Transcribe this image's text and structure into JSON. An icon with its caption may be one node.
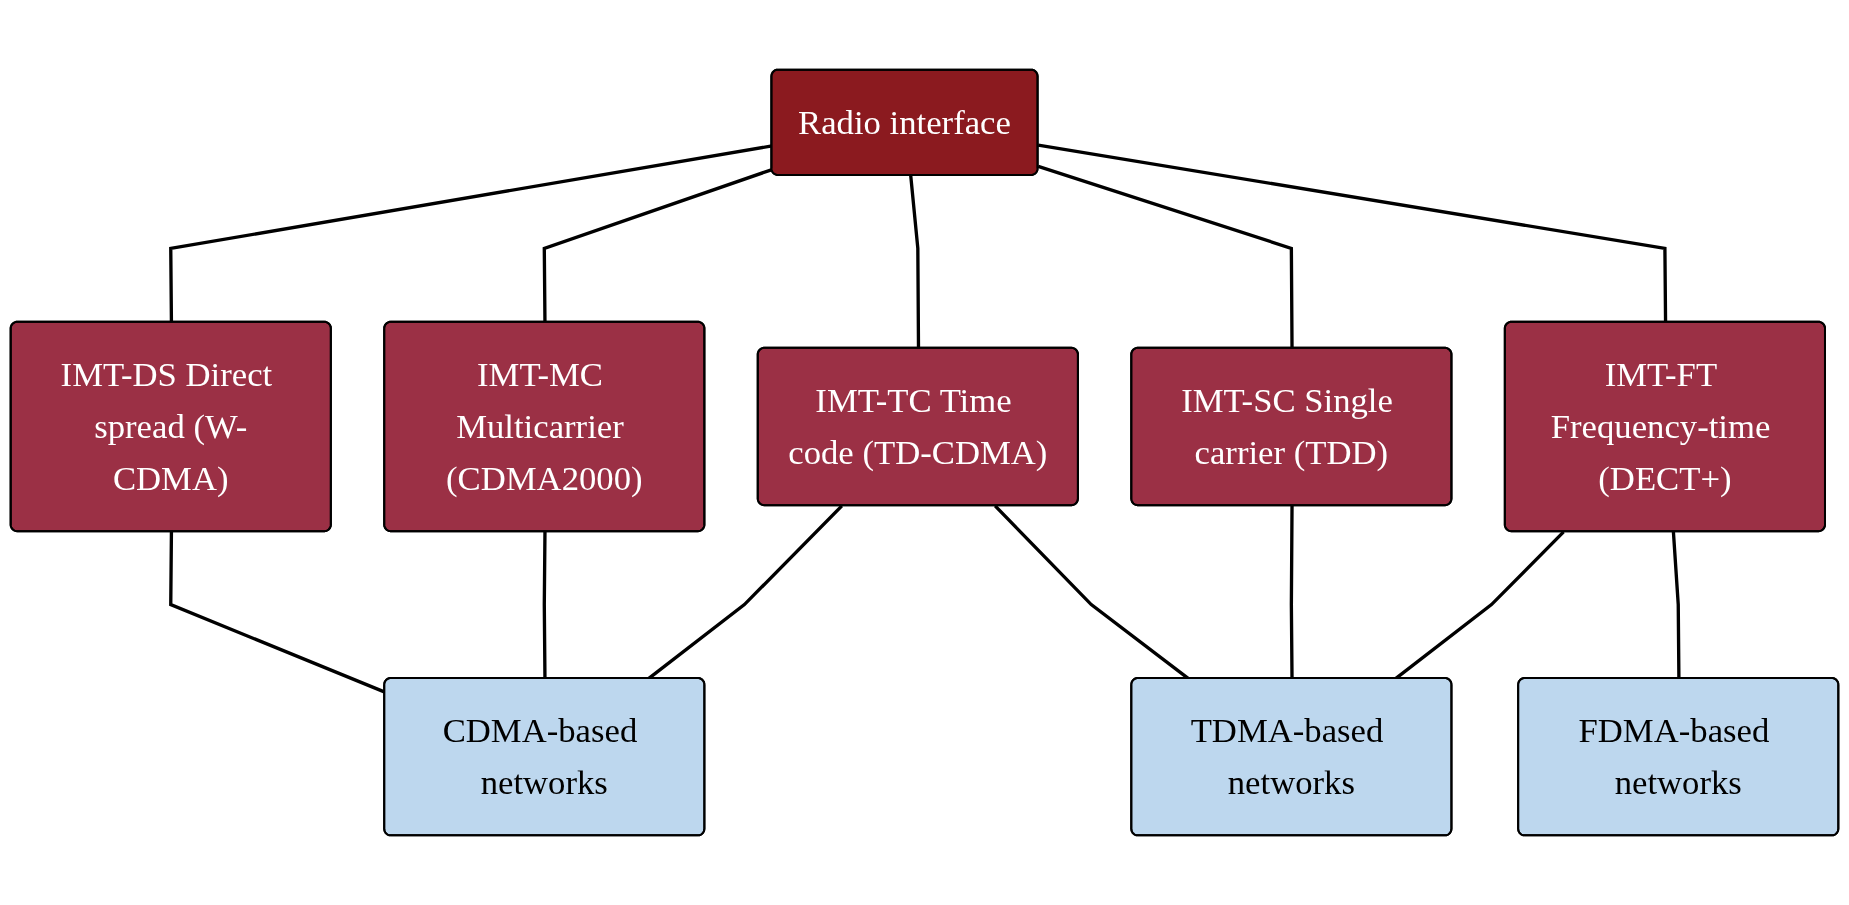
{
  "diagram": {
    "nodes": [
      {
        "text": [
          "Radio interface"
        ]
      },
      {
        "text": [
          "IMT-DS Direct spread (W-CDMA)"
        ]
      },
      {
        "text": [
          "IMT-MC Multicarrier (CDMA2000)"
        ]
      },
      {
        "text": [
          "IMT-TC Time code (TD-CDMA)"
        ]
      },
      {
        "text": [
          "IMT-SC Single carrier (TDD)"
        ]
      },
      {
        "text": [
          "IMT-FT Frequency-time (DECT+)"
        ]
      },
      {
        "text": [
          "CDMA-based networks"
        ]
      },
      {
        "text": [
          "TDMA-based networks"
        ]
      },
      {
        "text": [
          "FDMA-based networks"
        ]
      }
    ],
    "edges": [
      {
        "from": 0,
        "to": 1,
        "arrow": "none"
      },
      {
        "from": 0,
        "to": 2,
        "arrow": "none"
      },
      {
        "from": 0,
        "to": 3,
        "arrow": "none"
      },
      {
        "from": 0,
        "to": 4,
        "arrow": "none"
      },
      {
        "from": 0,
        "to": 5,
        "arrow": "none"
      },
      {
        "from": 1,
        "to": 6,
        "arrow": "none"
      },
      {
        "from": 2,
        "to": 6,
        "arrow": "none"
      },
      {
        "from": 3,
        "to": 6,
        "arrow": "none"
      },
      {
        "from": 3,
        "to": 7,
        "arrow": "none"
      },
      {
        "from": 4,
        "to": 7,
        "arrow": "none"
      },
      {
        "from": 5,
        "to": 7,
        "arrow": "none"
      },
      {
        "from": 5,
        "to": 8,
        "arrow": "none"
      }
    ]
  }
}
